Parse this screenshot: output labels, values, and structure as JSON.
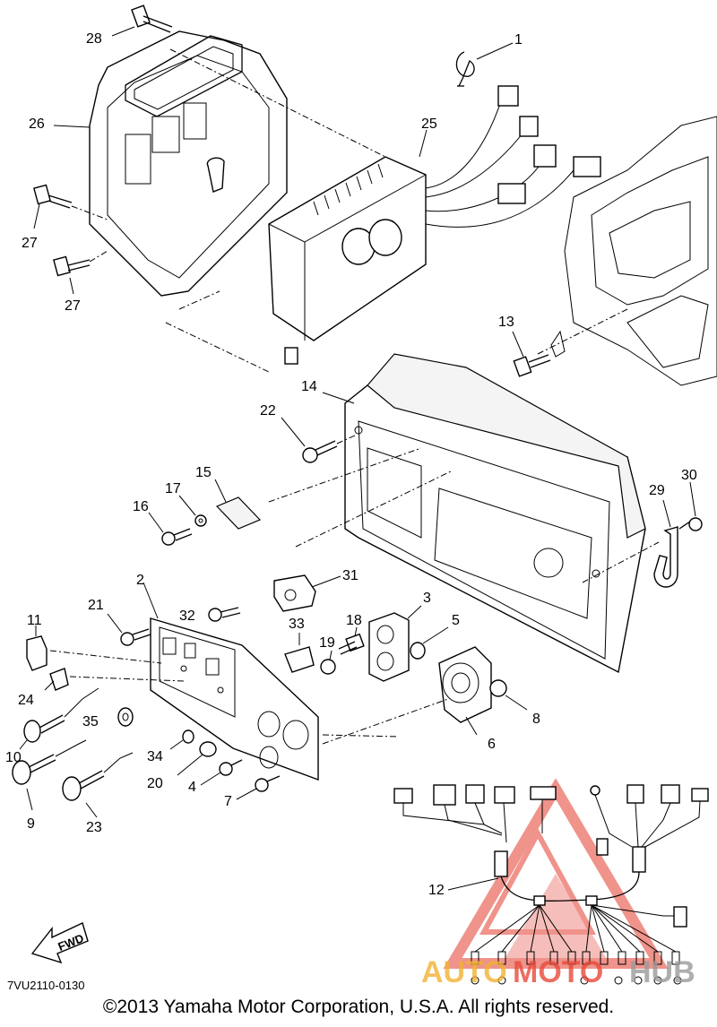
{
  "diagram": {
    "callouts": [
      "1",
      "2",
      "3",
      "4",
      "5",
      "6",
      "7",
      "8",
      "9",
      "10",
      "11",
      "12",
      "13",
      "14",
      "15",
      "16",
      "17",
      "18",
      "19",
      "20",
      "21",
      "22",
      "23",
      "24",
      "25",
      "26",
      "27",
      "27",
      "28",
      "29",
      "30",
      "31",
      "32",
      "33",
      "34",
      "35"
    ],
    "fwd_label": "FWD",
    "diagram_code": "7VU2110-0130",
    "copyright": "©2013 Yamaha Motor Corporation, U.S.A. All rights reserved."
  },
  "watermark": {
    "auto": "AUTO",
    "moto": "MOTO",
    "hub": "HUB",
    "colors": {
      "auto": "#f2b233",
      "moto": "#e84a3a",
      "hub": "#9a9a9a",
      "triangle": "#e23b2e"
    }
  }
}
